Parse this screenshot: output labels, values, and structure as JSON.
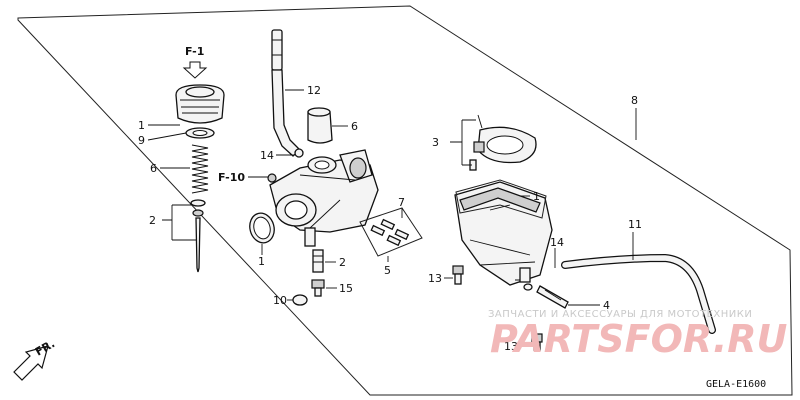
{
  "callouts": {
    "f1": "F-1",
    "f10": "F-10",
    "c1a": "1",
    "c9": "9",
    "c6a": "6",
    "c2a": "2",
    "c12": "12",
    "c6b": "6",
    "c14a": "14",
    "c1b": "1",
    "c2b": "2",
    "c15": "15",
    "c10": "10",
    "c7": "7",
    "c5": "5",
    "c3": "3",
    "c1c": "1",
    "c8": "8",
    "c11": "11",
    "c14b": "14",
    "c13a": "13",
    "c4": "4",
    "c13b": "13"
  },
  "fr_arrow_label": "FR.",
  "diagram_code": "GELA-E1600",
  "watermark": {
    "caption": "ЗАПЧАСТИ И АКСЕССУАРЫ ДЛЯ МОТОТЕХНИКИ",
    "brand": "PARTSFOR.RU"
  },
  "colors": {
    "line": "#111111",
    "watermark_brand": "#f2b8b8",
    "watermark_caption": "#c9c9c9"
  }
}
